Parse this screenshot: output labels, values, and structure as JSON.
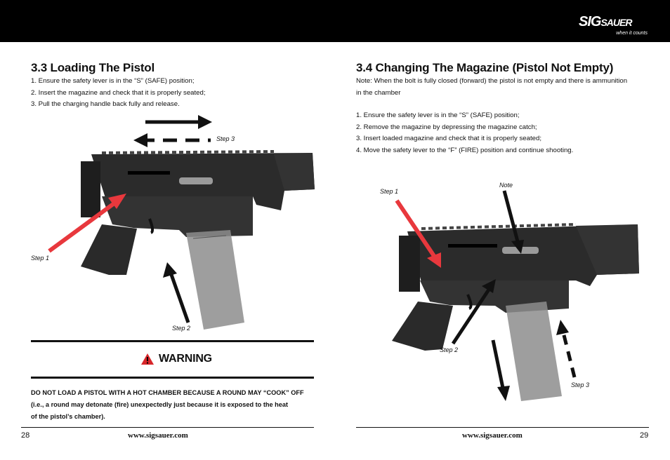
{
  "brand": {
    "name": "SIG",
    "name2": "SAUER",
    "tagline": "when it counts"
  },
  "left": {
    "title": "3.3 Loading The Pistol",
    "steps": [
      "1.  Ensure the safety lever is in the “S” (SAFE) position;",
      "2.  Insert the magazine and check that it is properly seated;",
      "3.  Pull the charging handle back fully and release."
    ],
    "callouts": {
      "step1": "Step 1",
      "step2": "Step 2",
      "step3": "Step 3"
    },
    "warning": {
      "title": "WARNING",
      "lines": [
        "DO NOT LOAD A PISTOL WITH A HOT CHAMBER BECAUSE A ROUND MAY “COOK” OFF",
        "(i.e., a round may detonate (fire) unexpectedly just because it is exposed to the heat",
        "of the pistol’s chamber)."
      ]
    },
    "page_number": "28",
    "url": "www.sigsauer.com"
  },
  "right": {
    "title": "3.4 Changing The Magazine (Pistol Not Empty)",
    "note_lines": [
      "Note: When the bolt is fully closed (forward) the pistol is not empty and there is ammunition",
      "in the chamber"
    ],
    "steps": [
      "1.  Ensure the safety lever is in the “S” (SAFE) position;",
      "2.  Remove the magazine by depressing the magazine catch;",
      "3.  Insert loaded magazine and check that it is properly seated;",
      "4.  Move the safety lever to the “F” (FIRE) position and continue shooting."
    ],
    "callouts": {
      "step1": "Step 1",
      "note": "Note",
      "step2": "Step 2",
      "step3": "Step 3"
    },
    "page_number": "29",
    "url": "www.sigsauer.com"
  },
  "colors": {
    "topbar": "#000000",
    "arrow_red": "#e8383d",
    "arrow_black": "#111111",
    "warning_triangle": "#d7262a"
  },
  "icons": {
    "warning": "warning-triangle-icon",
    "logo": "sig-sauer-logo"
  }
}
